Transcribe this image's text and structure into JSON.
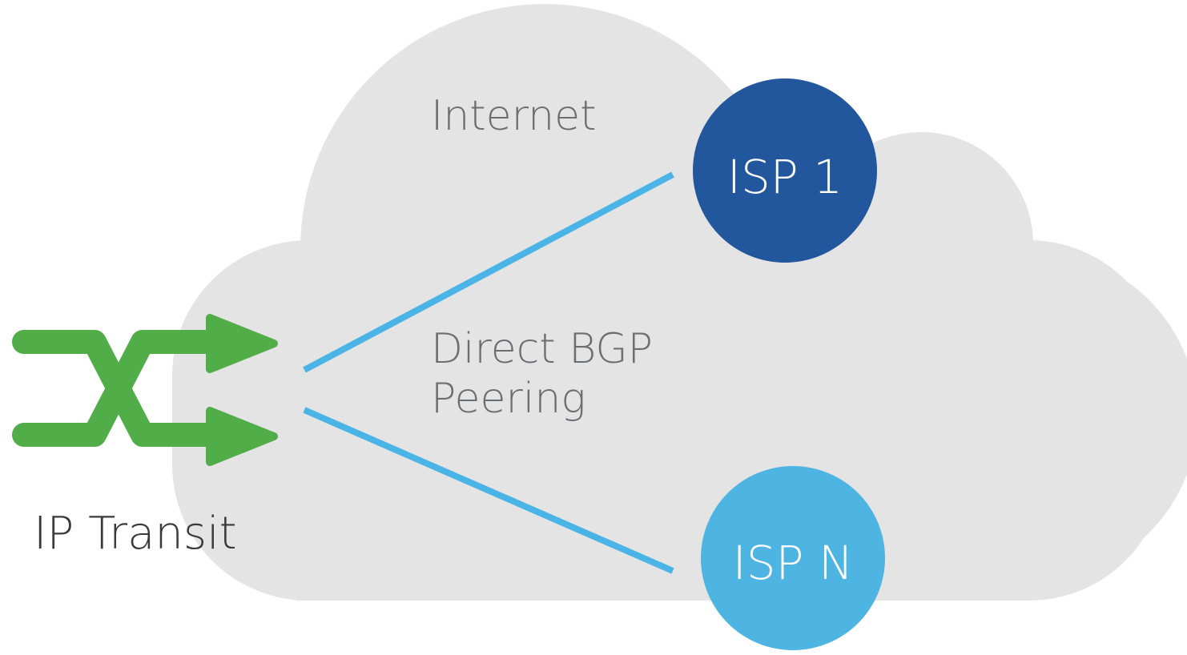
{
  "cloud": {
    "label": "Internet",
    "fill": "#e4e4e5"
  },
  "peering": {
    "label_line1": "Direct BGP",
    "label_line2": "Peering",
    "line_color": "#4ab4e6"
  },
  "transit": {
    "label": "IP Transit",
    "icon": "shuffle-arrows-icon",
    "color": "#51ad48"
  },
  "nodes": [
    {
      "label": "ISP 1",
      "color": "#23579d"
    },
    {
      "label": "ISP N",
      "color": "#4eb5e2"
    }
  ],
  "colors": {
    "text_gray": "#6d6e71",
    "text_dark": "#3a3a3c",
    "node_text": "#ffffff"
  }
}
